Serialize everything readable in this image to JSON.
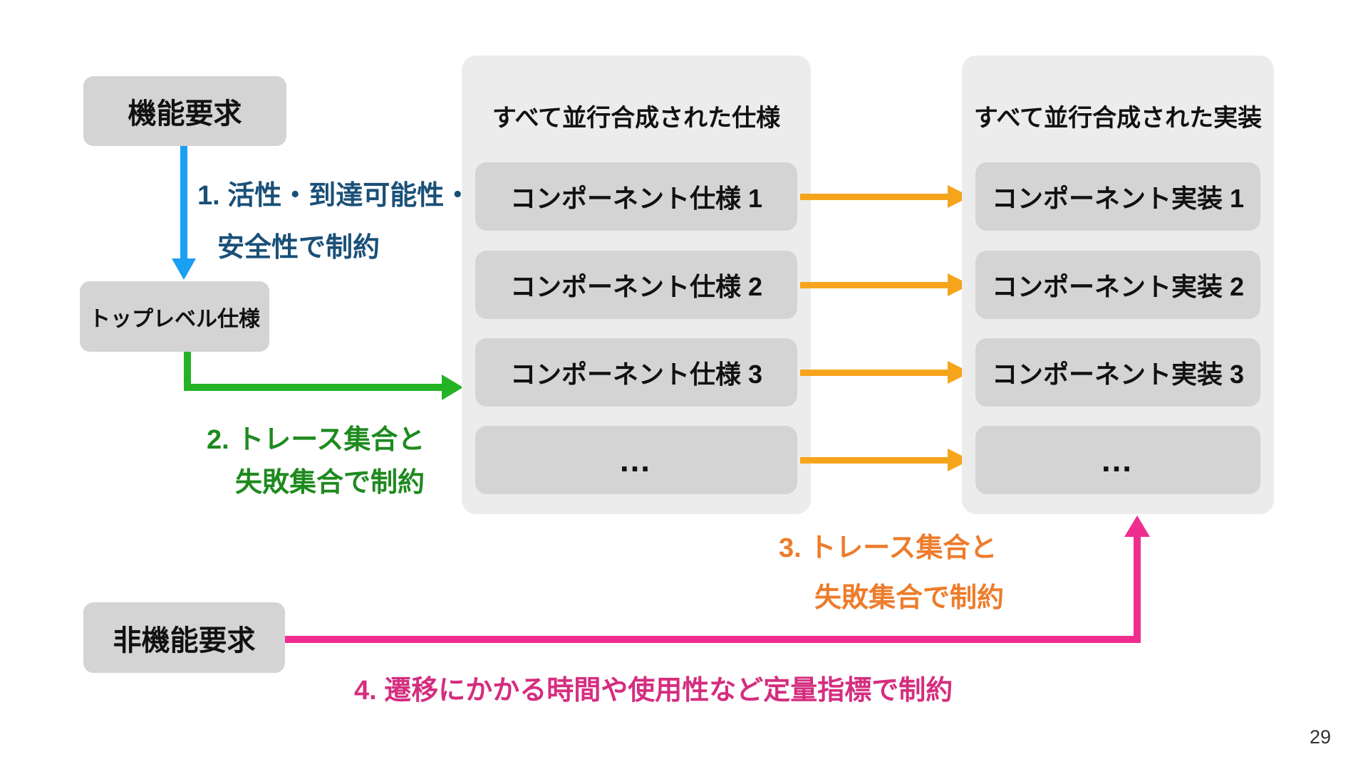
{
  "page_number": "29",
  "boxes": {
    "functional_req": "機能要求",
    "top_level_spec": "トップレベル仕様",
    "non_functional_req": "非機能要求"
  },
  "panels": {
    "spec": {
      "title": "すべて並行合成された仕様",
      "items": [
        "コンポーネント仕様 1",
        "コンポーネント仕様 2",
        "コンポーネント仕様 3",
        "…"
      ]
    },
    "impl": {
      "title": "すべて並行合成された実装",
      "items": [
        "コンポーネント実装 1",
        "コンポーネント実装 2",
        "コンポーネント実装 3",
        "…"
      ]
    }
  },
  "annotations": {
    "step1": {
      "line1": "1. 活性・到達可能性・",
      "line2": "安全性で制約"
    },
    "step2": {
      "line1": "2. トレース集合と",
      "line2": "失敗集合で制約"
    },
    "step3": {
      "line1": "3. トレース集合と",
      "line2": "失敗集合で制約"
    },
    "step4": {
      "line1": "4. 遷移にかかる時間や使用性など定量指標で制約"
    }
  },
  "colors": {
    "arrow_blue": "#1a9ff3",
    "text_blue": "#1a5078",
    "arrow_green": "#24b324",
    "text_green": "#1e8a1e",
    "arrow_orange": "#f6a41c",
    "text_orange": "#ed7c2b",
    "arrow_pink": "#ef2d8f",
    "text_pink": "#d42e7f",
    "box_gray": "#d4d4d4",
    "panel_gray": "#ececec",
    "background": "#ffffff"
  }
}
